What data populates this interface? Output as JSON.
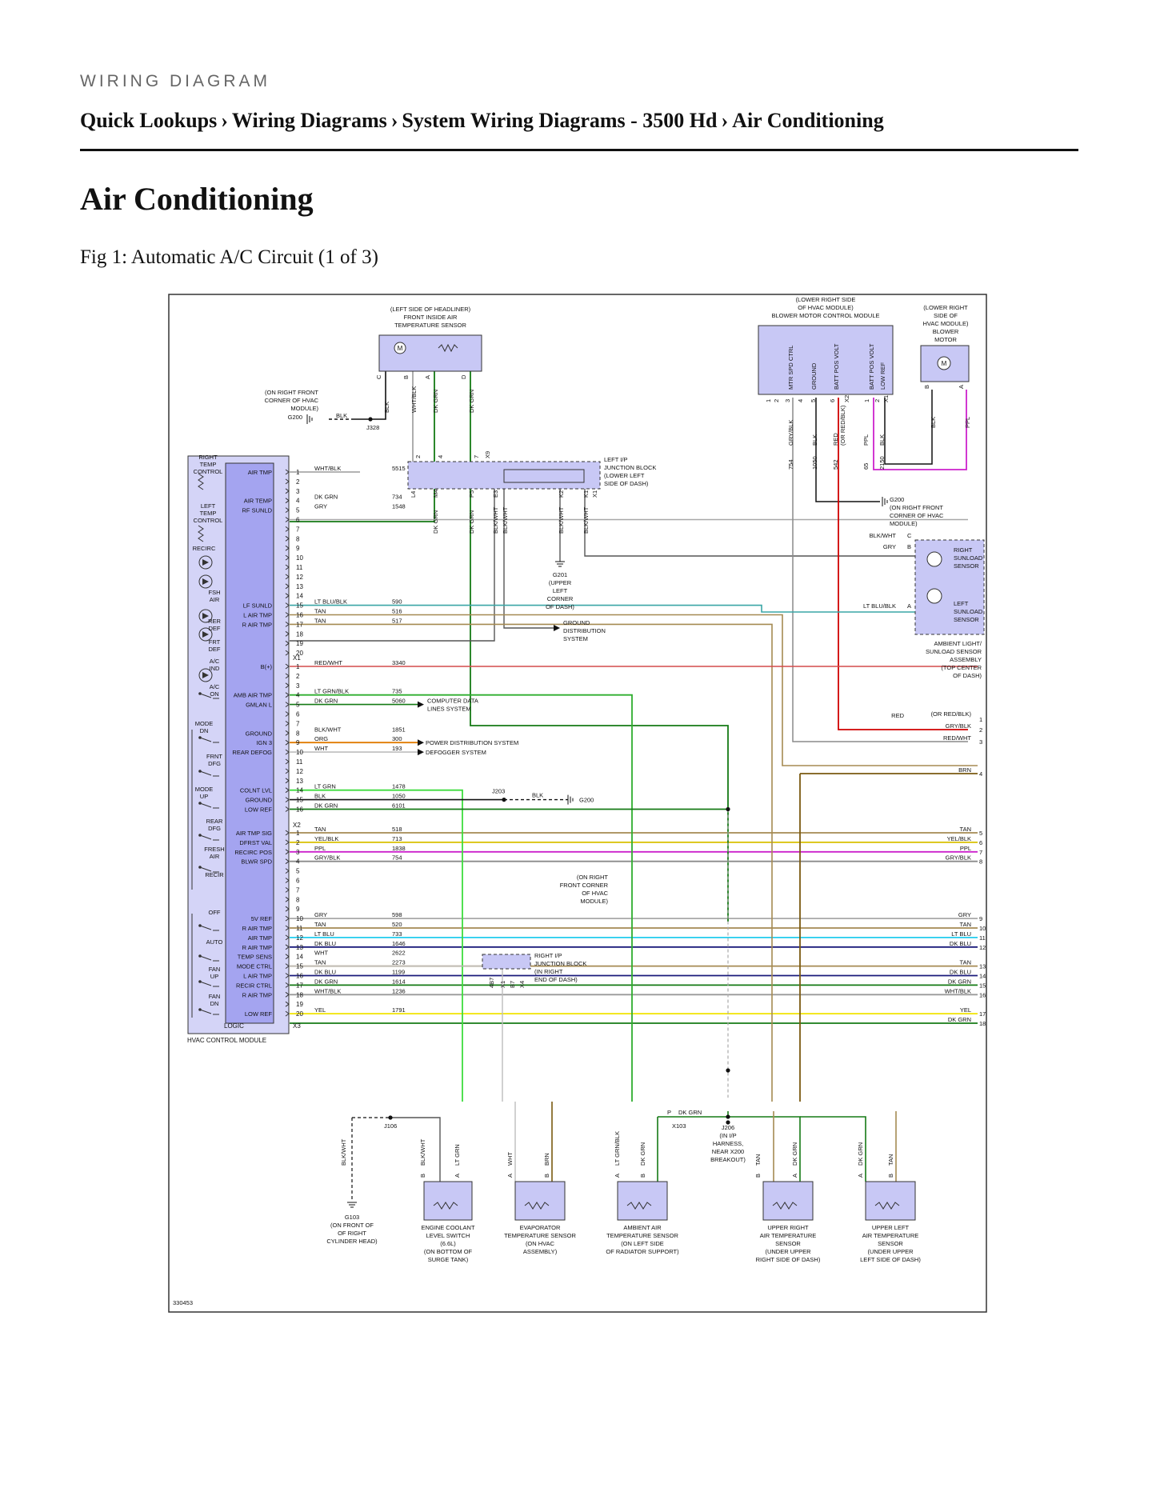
{
  "header": {
    "kicker": "WIRING DIAGRAM",
    "breadcrumb": [
      {
        "label": "Quick Lookups"
      },
      {
        "label": "Wiring Diagrams"
      },
      {
        "label": "System Wiring Diagrams - 3500 Hd"
      },
      {
        "label": "Air Conditioning"
      }
    ],
    "separator": "›"
  },
  "title": "Air Conditioning",
  "figure": {
    "caption": "Fig 1: Automatic A/C Circuit (1 of 3)",
    "figure_number": "330453"
  },
  "diagram": {
    "module_name": "HVAC CONTROL MODULE",
    "module_logic": "LOGIC",
    "components": {
      "inside_air_sensor": [
        "(LEFT SIDE OF HEADLINER)",
        "FRONT INSIDE AIR",
        "TEMPERATURE SENSOR"
      ],
      "blower_control": [
        "(LOWER RIGHT SIDE",
        "OF HVAC MODULE)",
        "BLOWER MOTOR CONTROL MODULE"
      ],
      "blower_motor": [
        "(LOWER RIGHT",
        "SIDE OF",
        "HVAC MODULE)",
        "BLOWER",
        "MOTOR"
      ],
      "g200_top": [
        "(ON RIGHT FRONT",
        "CORNER OF HVAC",
        "MODULE)"
      ],
      "left_jb": [
        "LEFT I/P",
        "JUNCTION BLOCK",
        "(LOWER LEFT",
        "SIDE OF DASH)"
      ],
      "g200_right": [
        "G200",
        "(ON RIGHT FRONT",
        "CORNER OF HVAC",
        "MODULE)"
      ],
      "g201": [
        "G201",
        "(UPPER",
        "LEFT",
        "CORNER",
        "OF DASH)"
      ],
      "ground_dist": [
        "GROUND",
        "DISTRIBUTION",
        "SYSTEM"
      ],
      "sunload_right": [
        "RIGHT",
        "SUNLOAD",
        "SENSOR"
      ],
      "sunload_left": [
        "LEFT",
        "SUNLOAD",
        "SENSOR"
      ],
      "ambient_light": [
        "AMBIENT LIGHT/",
        "SUNLOAD SENSOR",
        "ASSEMBLY",
        "(TOP CENTER",
        "OF DASH)"
      ],
      "computer_data": [
        "COMPUTER DATA",
        "LINES SYSTEM"
      ],
      "power_dist": "POWER DISTRIBUTION SYSTEM",
      "defogger": "DEFOGGER SYSTEM",
      "g200_mid": [
        "(ON RIGHT",
        "FRONT CORNER",
        "OF HVAC",
        "MODULE)"
      ],
      "right_jb": [
        "RIGHT I/P",
        "JUNCTION BLOCK",
        "(IN RIGHT",
        "END OF DASH)"
      ],
      "j206": [
        "J206",
        "(IN I/P",
        "HARNESS,",
        "NEAR X200",
        "BREAKOUT)"
      ],
      "g103": [
        "G103",
        "(ON FRONT OF",
        "OF RIGHT",
        "CYLINDER HEAD)"
      ],
      "coolant_switch": [
        "ENGINE COOLANT",
        "LEVEL SWITCH",
        "(6.6L)",
        "(ON BOTTOM OF",
        "SURGE TANK)"
      ],
      "evap_sensor": [
        "EVAPORATOR",
        "TEMPERATURE SENSOR",
        "(ON HVAC",
        "ASSEMBLY)"
      ],
      "ambient_sensor": [
        "AMBIENT AIR",
        "TEMPERATURE SENSOR",
        "(ON LEFT SIDE",
        "OF RADIATOR SUPPORT)"
      ],
      "upper_right": [
        "UPPER RIGHT",
        "AIR TEMPERATURE",
        "SENSOR",
        "(UNDER UPPER",
        "RIGHT SIDE OF DASH)"
      ],
      "upper_left": [
        "UPPER LEFT",
        "AIR TEMPERATURE",
        "SENSOR",
        "(UNDER UPPER",
        "LEFT SIDE OF DASH)"
      ]
    },
    "blower_pins": [
      "MTR SPD CTRL",
      "GROUND",
      "BATT POS VOLT",
      "BATT POS VOLT",
      "LOW REF"
    ],
    "left_panel": [
      "RIGHT TEMP CONTROL",
      "LEFT TEMP CONTROL",
      "RECIRC",
      "FSH AIR",
      "RER DEF",
      "FRT DEF",
      "A/C IND",
      "A/C ON",
      "MODE DN",
      "FRNT DFG",
      "MODE UP",
      "REAR DFG",
      "FRESH AIR",
      "RECIR",
      "OFF",
      "AUTO",
      "FAN UP",
      "FAN DN"
    ],
    "x1_pins": [
      {
        "pin": "1",
        "label": "AIR TMP",
        "color": "WHT/BLK",
        "circuit": "5515"
      },
      {
        "pin": "2"
      },
      {
        "pin": "3"
      },
      {
        "pin": "4",
        "label": "AIR TEMP",
        "color": "DK GRN",
        "circuit": "734"
      },
      {
        "pin": "5",
        "label": "RF SUNLD",
        "color": "GRY",
        "circuit": "1548"
      },
      {
        "pin": "6"
      },
      {
        "pin": "7"
      },
      {
        "pin": "8"
      },
      {
        "pin": "9"
      },
      {
        "pin": "10"
      },
      {
        "pin": "11"
      },
      {
        "pin": "12"
      },
      {
        "pin": "13"
      },
      {
        "pin": "14"
      },
      {
        "pin": "15",
        "label": "LF SUNLD",
        "color": "LT BLU/BLK",
        "circuit": "590"
      },
      {
        "pin": "16",
        "label": "L AIR TMP",
        "color": "TAN",
        "circuit": "516"
      },
      {
        "pin": "17",
        "label": "R AIR TMP",
        "color": "TAN",
        "circuit": "517"
      },
      {
        "pin": "18"
      },
      {
        "pin": "19"
      },
      {
        "pin": "20"
      }
    ],
    "x2_top_pins": [
      {
        "pin": "1",
        "label": "B(+)",
        "color": "RED/WHT",
        "circuit": "3340"
      },
      {
        "pin": "2"
      },
      {
        "pin": "3"
      },
      {
        "pin": "4",
        "label": "AMB AIR TMP",
        "color": "LT GRN/BLK",
        "circuit": "735"
      },
      {
        "pin": "5",
        "label": "GMLAN L",
        "color": "DK GRN",
        "circuit": "5060"
      },
      {
        "pin": "6"
      },
      {
        "pin": "7"
      },
      {
        "pin": "8",
        "label": "GROUND",
        "color": "BLK/WHT",
        "circuit": "1851"
      },
      {
        "pin": "9",
        "label": "IGN 3",
        "color": "ORG",
        "circuit": "300"
      },
      {
        "pin": "10",
        "label": "REAR DEFOG",
        "color": "WHT",
        "circuit": "193"
      },
      {
        "pin": "11"
      },
      {
        "pin": "12"
      },
      {
        "pin": "13"
      },
      {
        "pin": "14",
        "label": "COLNT LVL",
        "color": "LT GRN",
        "circuit": "1478"
      },
      {
        "pin": "15",
        "label": "GROUND",
        "color": "BLK",
        "circuit": "1050"
      },
      {
        "pin": "16",
        "label": "LOW REF",
        "color": "DK GRN",
        "circuit": "6101"
      }
    ],
    "x2_bottom_pins": [
      {
        "pin": "1",
        "label": "AIR TMP SIG",
        "color": "TAN",
        "circuit": "518",
        "right": "TAN",
        "num": "5"
      },
      {
        "pin": "2",
        "label": "DFRST VAL",
        "color": "YEL/BLK",
        "circuit": "713",
        "right": "YEL/BLK",
        "num": "6"
      },
      {
        "pin": "3",
        "label": "RECIRC POS",
        "color": "PPL",
        "circuit": "1838",
        "right": "PPL",
        "num": "7"
      },
      {
        "pin": "4",
        "label": "BLWR SPD",
        "color": "GRY/BLK",
        "circuit": "754",
        "right": "GRY/BLK",
        "num": "8"
      },
      {
        "pin": "5"
      },
      {
        "pin": "6"
      },
      {
        "pin": "7"
      },
      {
        "pin": "8"
      },
      {
        "pin": "9"
      },
      {
        "pin": "10",
        "label": "5V REF",
        "color": "GRY",
        "circuit": "598",
        "right": "GRY",
        "num": "9"
      },
      {
        "pin": "11",
        "label": "R AIR TMP",
        "color": "TAN",
        "circuit": "520",
        "right": "TAN",
        "num": "10"
      },
      {
        "pin": "12",
        "label": "AIR TMP",
        "color": "LT BLU",
        "circuit": "733",
        "right": "LT BLU",
        "num": "11"
      },
      {
        "pin": "13",
        "label": "R AIR TMP",
        "color": "DK BLU",
        "circuit": "1646",
        "right": "DK BLU",
        "num": "12"
      },
      {
        "pin": "14",
        "label": "TEMP SENS",
        "color": "WHT",
        "circuit": "2622"
      },
      {
        "pin": "15",
        "label": "MODE CTRL",
        "color": "TAN",
        "circuit": "2273",
        "right": "TAN",
        "num": "13"
      },
      {
        "pin": "16",
        "label": "L AIR TMP",
        "color": "DK BLU",
        "circuit": "1199",
        "right": "DK BLU",
        "num": "14"
      },
      {
        "pin": "17",
        "label": "RECIR CTRL",
        "color": "DK GRN",
        "circuit": "1614",
        "right": "DK GRN",
        "num": "15"
      },
      {
        "pin": "18",
        "label": "R AIR TMP",
        "color": "WHT/BLK",
        "circuit": "1236",
        "right": "WHT/BLK",
        "num": "16"
      },
      {
        "pin": "19"
      },
      {
        "pin": "20",
        "label": "LOW REF",
        "color": "YEL",
        "circuit": "1791",
        "right": "YEL",
        "num": "17"
      }
    ],
    "right_upper": [
      {
        "label": "RED",
        "label2": "(OR RED/BLK)",
        "num": "1"
      },
      {
        "label": "GRY/BLK",
        "num": "2"
      },
      {
        "label": "RED/WHT",
        "num": "3"
      },
      {
        "label": "BRN",
        "num": "4"
      }
    ],
    "misc": {
      "x1": "X1",
      "x2": "X2",
      "x3": "X3",
      "j328": "J328",
      "j203": "J203",
      "j106": "J106",
      "x103": "X103",
      "blk": "BLK",
      "g200": "G200",
      "blk_wht": "BLK/WHT",
      "gry": "GRY",
      "lt_blu_blk": "LT BLU/BLK",
      "dk_grn": "DK GRN",
      "num18": "18",
      "p": "P",
      "c": "C",
      "b": "B",
      "a": "A"
    },
    "verticals": {
      "sensor_top": [
        "C",
        "B",
        "A",
        "D"
      ],
      "sensor_wires": [
        "BLK",
        "WHT/BLK",
        "DK GRN",
        "DK GRN"
      ],
      "jb_top": [
        "2",
        "4",
        "7",
        "X9"
      ],
      "jb_bottom": [
        "L4",
        "M4",
        "P5",
        "E3",
        "K2",
        "K1",
        "X1"
      ],
      "jb_bottom_wires": [
        "DK GRN",
        "DK GRN",
        "BLK/WHT",
        "BLK/WHT",
        "BLK/WHT",
        "BLK/WHT"
      ],
      "blower_numbers": [
        "1",
        "2",
        "3",
        "4",
        "5",
        "6",
        "X2",
        "1",
        "2",
        "X1"
      ],
      "blower_wires": [
        "GRY/BLK",
        "BLK",
        "RED",
        "(OR RED/BLK)",
        "PPL",
        "BLK"
      ],
      "blower_circuits": [
        "754",
        "1050",
        "542",
        "65",
        "2150"
      ],
      "motor_pins": [
        "B",
        "A"
      ],
      "motor_wires": [
        "BLK",
        "PPL"
      ],
      "rjb": [
        "4B7",
        "X1",
        "B7",
        "X4"
      ],
      "bottom_wires": [
        "BLK/WHT",
        "BLK/WHT",
        "LT GRN",
        "WHT",
        "BRN",
        "LT GRN/BLK",
        "DK GRN",
        "TAN",
        "DK GRN",
        "DK GRN",
        "TAN"
      ],
      "bottom_pins": [
        "B",
        "A",
        "A",
        "B",
        "A",
        "B",
        "B",
        "A",
        "A",
        "B"
      ]
    }
  }
}
